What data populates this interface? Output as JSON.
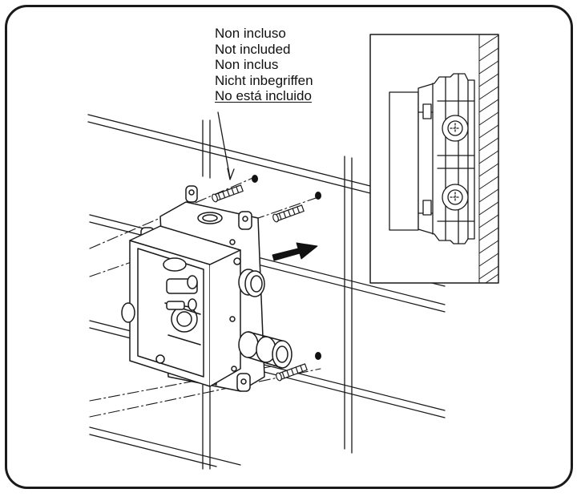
{
  "note": {
    "lines": [
      "Non incluso",
      "Not included",
      "Non inclus",
      "Nicht inbegriffen",
      "No está incluido"
    ]
  },
  "colors": {
    "line": "#1a1a1a",
    "background": "#ffffff"
  },
  "icons": {
    "arrow": "push-arrow-icon",
    "anchor": "wall-plug-icon",
    "hole": "drill-hole-icon"
  }
}
